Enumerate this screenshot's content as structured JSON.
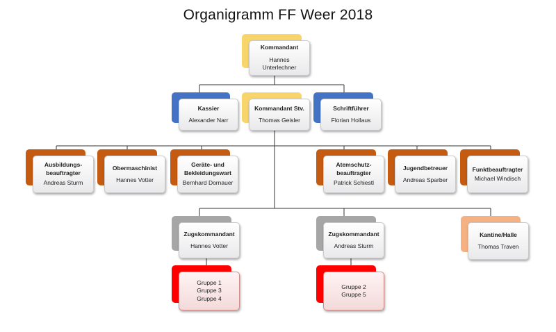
{
  "title": "Organigramm FF Weer 2018",
  "colors": {
    "gold": "#f7d56a",
    "blue": "#4472c4",
    "brown": "#c55a11",
    "gray": "#a6a6a6",
    "red": "#ff0000",
    "peach": "#f4b183"
  },
  "nodes": {
    "kommandant": {
      "title": "Kommandant",
      "name": "Hannes Unterlechner"
    },
    "kassier": {
      "title": "Kassier",
      "name": "Alexander Narr"
    },
    "kommandant_stv": {
      "title": "Kommandant Stv.",
      "name": "Thomas Geisler"
    },
    "schriftfuehrer": {
      "title": "Schriftführer",
      "name": "Florian Hollaus"
    },
    "ausbildung": {
      "title": "Ausbildungs-beauftragter",
      "name": "Andreas Sturm"
    },
    "obermaschinist": {
      "title": "Obermaschinist",
      "name": "Hannes Votter"
    },
    "geraetewart": {
      "title": "Geräte- und Bekleidungswart",
      "name": "Bernhard Dornauer"
    },
    "atemschutz": {
      "title": "Atemschutz-beauftragter",
      "name": "Patrick Schiestl"
    },
    "jugend": {
      "title": "Jugendbetreuer",
      "name": "Andreas Sparber"
    },
    "funk": {
      "title": "Funktbeauftragter",
      "name": "Michael Windisch"
    },
    "zug1": {
      "title": "Zugskommandant",
      "name": "Hannes Votter"
    },
    "zug2": {
      "title": "Zugskommandant",
      "name": "Andreas Sturm"
    },
    "kantine": {
      "title": "Kantine/Halle",
      "name": "Thomas Traven"
    },
    "gruppen1": {
      "items": [
        "Gruppe 1",
        "Gruppe 3",
        "Gruppe 4"
      ]
    },
    "gruppen2": {
      "items": [
        "Gruppe 2",
        "Gruppe 5"
      ]
    }
  }
}
